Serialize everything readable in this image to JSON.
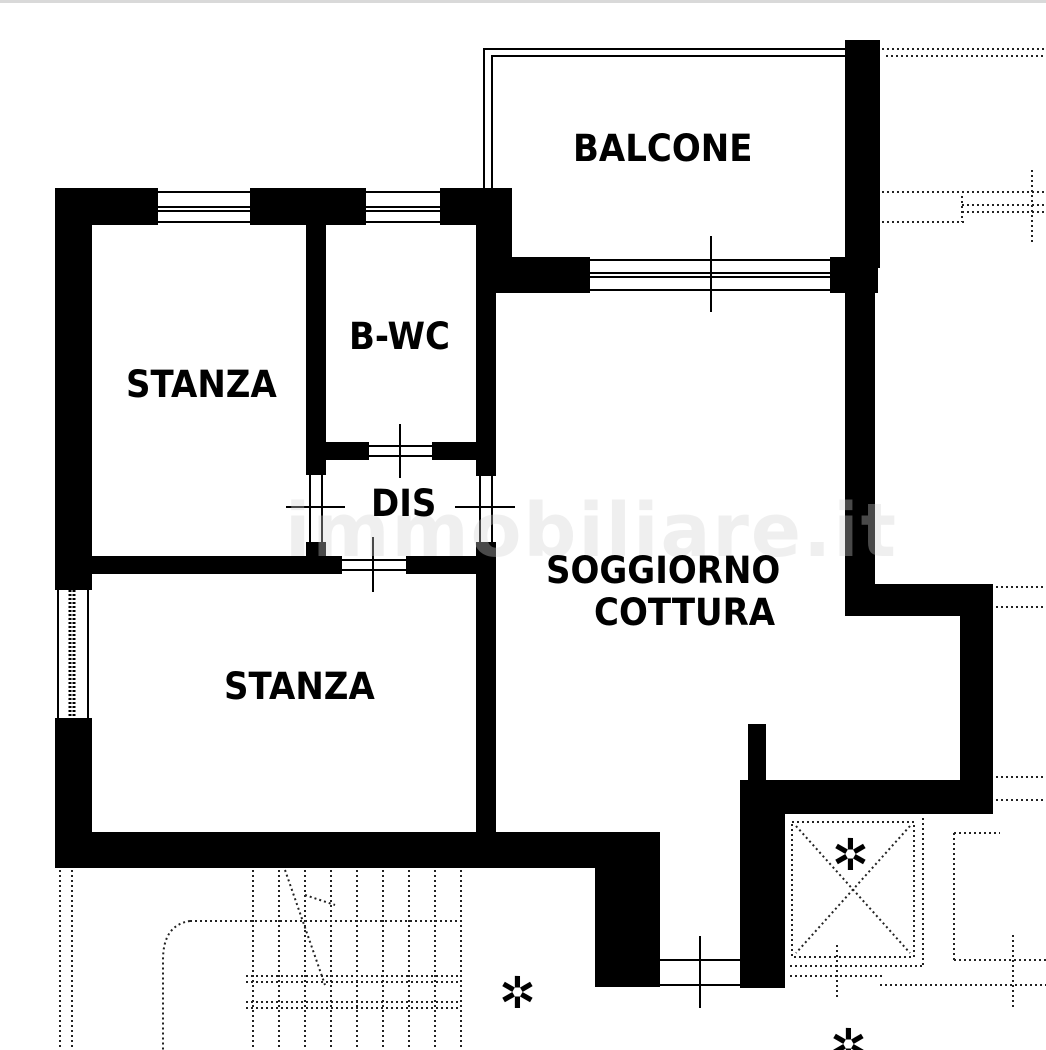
{
  "floorplan": {
    "rooms": [
      {
        "id": "balcone",
        "label": "BALCONE"
      },
      {
        "id": "stanza-1",
        "label": "STANZA"
      },
      {
        "id": "bagno",
        "label": "B-WC"
      },
      {
        "id": "disimpegno",
        "label": "DIS"
      },
      {
        "id": "soggiorno",
        "label_line1": "SOGGIORNO",
        "label_line2": "COTTURA"
      },
      {
        "id": "stanza-2",
        "label": "STANZA"
      }
    ],
    "watermark": {
      "text": "immobiliare.it",
      "icon": "house-icon"
    },
    "symbols": [
      "asterisk-plant-icon",
      "asterisk-plant-icon",
      "asterisk-plant-icon"
    ],
    "colors": {
      "wall": "#000000",
      "background": "#ffffff",
      "dotted": "#333333",
      "watermark": "#e6e6e6"
    }
  }
}
